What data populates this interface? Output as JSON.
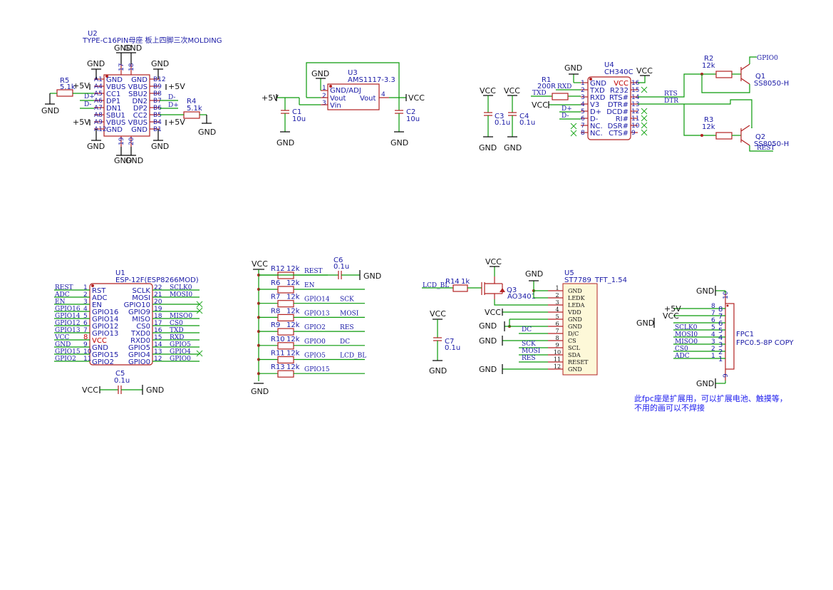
{
  "u2": {
    "ref": "U2",
    "value": "TYPE-C16PIN母座 板上四脚三次MOLDING",
    "left_pins": [
      {
        "num": "A1",
        "name": "GND"
      },
      {
        "num": "A4",
        "name": "VBUS"
      },
      {
        "num": "A5",
        "name": "CC1"
      },
      {
        "num": "A6",
        "name": "DP1"
      },
      {
        "num": "A7",
        "name": "DN1"
      },
      {
        "num": "A8",
        "name": "SBU1"
      },
      {
        "num": "A9",
        "name": "VBUS"
      },
      {
        "num": "A12",
        "name": "GND"
      }
    ],
    "right_pins": [
      {
        "num": "B12",
        "name": "GND"
      },
      {
        "num": "B9",
        "name": "VBUS"
      },
      {
        "num": "B8",
        "name": "SBU2"
      },
      {
        "num": "B7",
        "name": "DN2"
      },
      {
        "num": "B6",
        "name": "DP2"
      },
      {
        "num": "B5",
        "name": "CC2"
      },
      {
        "num": "B4",
        "name": "VBUS"
      },
      {
        "num": "B1",
        "name": "GND"
      }
    ],
    "top_pins": [
      "17",
      "18"
    ],
    "bottom_pins": [
      "19",
      "20"
    ],
    "nets": {
      "gnd": "GND",
      "p5v": "+5V",
      "dplus": "D+",
      "dminus": "D-"
    }
  },
  "r5": {
    "ref": "R5",
    "value": "5.1k"
  },
  "r4": {
    "ref": "R4",
    "value": "5.1k"
  },
  "u3": {
    "ref": "U3",
    "value": "AMS1117-3.3",
    "pin1": "1",
    "pin2": "2",
    "pin3": "3",
    "pin4": "4",
    "p_gnd": "GND/ADJ",
    "p_vout": "Vout",
    "p_vin": "Vin",
    "p_vout2": "Vout"
  },
  "c1": {
    "ref": "C1",
    "value": "10u"
  },
  "c2": {
    "ref": "C2",
    "value": "10u"
  },
  "c3": {
    "ref": "C3",
    "value": "0.1u"
  },
  "c4": {
    "ref": "C4",
    "value": "0.1u"
  },
  "r1": {
    "ref": "R1",
    "value": "200R"
  },
  "u4": {
    "ref": "U4",
    "value": "CH340C",
    "left_pins": [
      {
        "num": "1",
        "name": "GND"
      },
      {
        "num": "2",
        "name": "TXD"
      },
      {
        "num": "3",
        "name": "RXD"
      },
      {
        "num": "4",
        "name": "V3"
      },
      {
        "num": "5",
        "name": "D+"
      },
      {
        "num": "6",
        "name": "D-"
      },
      {
        "num": "7",
        "name": "NC."
      },
      {
        "num": "8",
        "name": "NC."
      }
    ],
    "right_pins": [
      {
        "num": "16",
        "name": "VCC"
      },
      {
        "num": "15",
        "name": "R232"
      },
      {
        "num": "14",
        "name": "RTS#"
      },
      {
        "num": "13",
        "name": "DTR#"
      },
      {
        "num": "12",
        "name": "DCD#"
      },
      {
        "num": "11",
        "name": "RI#"
      },
      {
        "num": "10",
        "name": "DSR#"
      },
      {
        "num": "9",
        "name": "CTS#"
      }
    ],
    "nets": {
      "txd": "TXD",
      "rxd": "RXD",
      "rts": "RTS",
      "dtr": "DTR",
      "vcc": "VCC"
    }
  },
  "r2": {
    "ref": "R2",
    "value": "12k"
  },
  "r3": {
    "ref": "R3",
    "value": "12k"
  },
  "q1": {
    "ref": "Q1",
    "value": "SS8050-H"
  },
  "q2": {
    "ref": "Q2",
    "value": "SS8050-H"
  },
  "nets_q": {
    "gpio0": "GPIO0",
    "rest": "REST"
  },
  "u1": {
    "ref": "U1",
    "value": "ESP-12F(ESP8266MOD)",
    "left_pins": [
      {
        "num": "1",
        "name": "RST",
        "net": "REST"
      },
      {
        "num": "2",
        "name": "ADC",
        "net": "ADC"
      },
      {
        "num": "3",
        "name": "EN",
        "net": "EN"
      },
      {
        "num": "4",
        "name": "GPIO16",
        "net": "GPIO16"
      },
      {
        "num": "5",
        "name": "GPIO14",
        "net": "GPIO14"
      },
      {
        "num": "6",
        "name": "GPIO12",
        "net": "GPIO12"
      },
      {
        "num": "7",
        "name": "GPIO13",
        "net": "GPIO13"
      },
      {
        "num": "8",
        "name": "VCC",
        "net": "VCC"
      },
      {
        "num": "9",
        "name": "GND",
        "net": "GND"
      },
      {
        "num": "10",
        "name": "GPIO15",
        "net": "GPIO15"
      },
      {
        "num": "11",
        "name": "GPIO2",
        "net": "GPIO2"
      }
    ],
    "right_pins": [
      {
        "num": "22",
        "name": "SCLK",
        "net": "SCLK0"
      },
      {
        "num": "21",
        "name": "MOSI",
        "net": "MOSI0"
      },
      {
        "num": "20",
        "name": "GPIO10",
        "net": ""
      },
      {
        "num": "19",
        "name": "GPIO9",
        "net": ""
      },
      {
        "num": "18",
        "name": "MISO",
        "net": "MISO0"
      },
      {
        "num": "17",
        "name": "CS0",
        "net": "CS0"
      },
      {
        "num": "16",
        "name": "TXD0",
        "net": "TXD"
      },
      {
        "num": "15",
        "name": "RXD0",
        "net": "RXD"
      },
      {
        "num": "14",
        "name": "GPIO5",
        "net": "GPIO5"
      },
      {
        "num": "13",
        "name": "GPIO4",
        "net": "GPIO4"
      },
      {
        "num": "12",
        "name": "GPIO0",
        "net": "GPIO0"
      }
    ]
  },
  "c5": {
    "ref": "C5",
    "value": "0.1u",
    "left": "VCC",
    "right": "GND"
  },
  "pullups": {
    "vcc": "VCC",
    "gnd": "GND",
    "c6": {
      "ref": "C6",
      "value": "0.1u",
      "net": "GND"
    },
    "rows": [
      {
        "ref": "R12",
        "value": "12k",
        "net": "REST",
        "dest": ""
      },
      {
        "ref": "R6",
        "value": "12k",
        "net": "EN",
        "dest": ""
      },
      {
        "ref": "R7",
        "value": "12k",
        "net": "GPIO14",
        "dest": "SCK"
      },
      {
        "ref": "R8",
        "value": "12k",
        "net": "GPIO13",
        "dest": "MOSI"
      },
      {
        "ref": "R9",
        "value": "12k",
        "net": "GPIO2",
        "dest": "RES"
      },
      {
        "ref": "R10",
        "value": "12k",
        "net": "GPIO0",
        "dest": "DC"
      },
      {
        "ref": "R11",
        "value": "12k",
        "net": "GPIO5",
        "dest": "LCD_BL"
      },
      {
        "ref": "R13",
        "value": "12k",
        "net": "GPIO15",
        "dest": ""
      }
    ]
  },
  "lcd": {
    "r14": {
      "ref": "R14",
      "value": "1k"
    },
    "net_bl": "LCD_BL",
    "q3": {
      "ref": "Q3",
      "value": "AO3401"
    },
    "vcc": "VCC",
    "gnd": "GND",
    "c7": {
      "ref": "C7",
      "value": "0.1u"
    },
    "u5": {
      "ref": "U5",
      "value": "ST7789_TFT_1.54"
    },
    "pins": [
      {
        "num": "1",
        "name": "GND"
      },
      {
        "num": "2",
        "name": "LEDK"
      },
      {
        "num": "3",
        "name": "LEDA"
      },
      {
        "num": "4",
        "name": "VDD"
      },
      {
        "num": "5",
        "name": "GND"
      },
      {
        "num": "6",
        "name": "GND"
      },
      {
        "num": "7",
        "name": "D/C"
      },
      {
        "num": "8",
        "name": "CS"
      },
      {
        "num": "9",
        "name": "SCL"
      },
      {
        "num": "10",
        "name": "SDA"
      },
      {
        "num": "11",
        "name": "RESET"
      },
      {
        "num": "12",
        "name": "GND"
      }
    ],
    "nets": {
      "dc": "DC",
      "sck": "SCK",
      "mosi": "MOSI",
      "res": "RES"
    }
  },
  "fpc": {
    "ref": "FPC1",
    "value": "FPC0.5-8P COPY",
    "pins": [
      {
        "num": "8",
        "net": "+5V"
      },
      {
        "num": "7",
        "net": "VCC"
      },
      {
        "num": "6",
        "net": "GND"
      },
      {
        "num": "5",
        "net": "SCLK0"
      },
      {
        "num": "4",
        "net": "MOSI0"
      },
      {
        "num": "3",
        "net": "MISO0"
      },
      {
        "num": "2",
        "net": "CS0"
      },
      {
        "num": "1",
        "net": "ADC"
      }
    ],
    "mount_top": "10",
    "mount_bottom": "9",
    "gnd": "GND",
    "note_line1": "此fpc座是扩展用，可以扩展电池、触摸等，",
    "note_line2": "不用的画可以不焊接"
  },
  "colors": {
    "wire": "#0a9a0a",
    "component": "#b22222",
    "text": "#1a1aa6",
    "lcd_fill": "#fdf8d8"
  }
}
